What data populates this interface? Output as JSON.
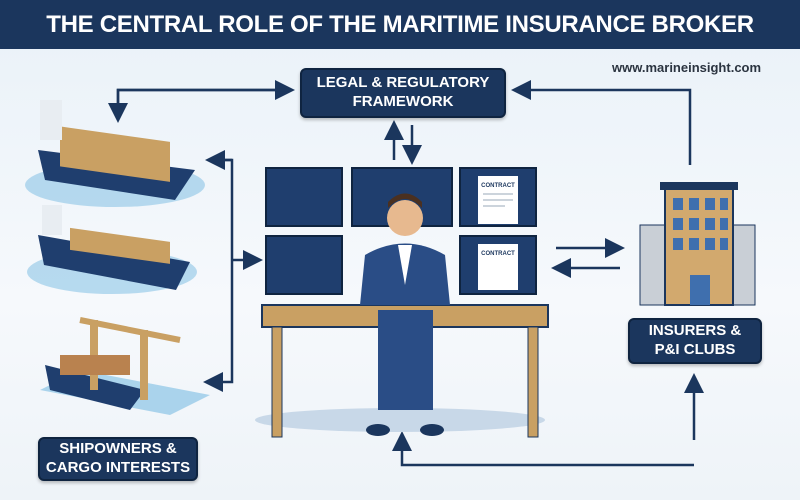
{
  "title": "THE CENTRAL ROLE OF THE MARITIME INSURANCE BROKER",
  "website": "www.marineinsight.com",
  "nodes": {
    "legal": {
      "line1": "LEGAL & REGULATORY",
      "line2": "FRAMEWORK"
    },
    "insurers": {
      "line1": "INSURERS &",
      "line2": "P&I CLUBS"
    },
    "shipowners": {
      "line1": "SHIPOWNERS &",
      "line2": "CARGO INTERESTS"
    }
  },
  "center": {
    "role": "Maritime insurance broker at desk with monitors",
    "document_label": "CONTRACT"
  },
  "watermark": "marineinsight",
  "colors": {
    "navy": "#1b365d",
    "desk": "#c9a063",
    "suit": "#2a4d86",
    "water": "#8cc4e6"
  }
}
